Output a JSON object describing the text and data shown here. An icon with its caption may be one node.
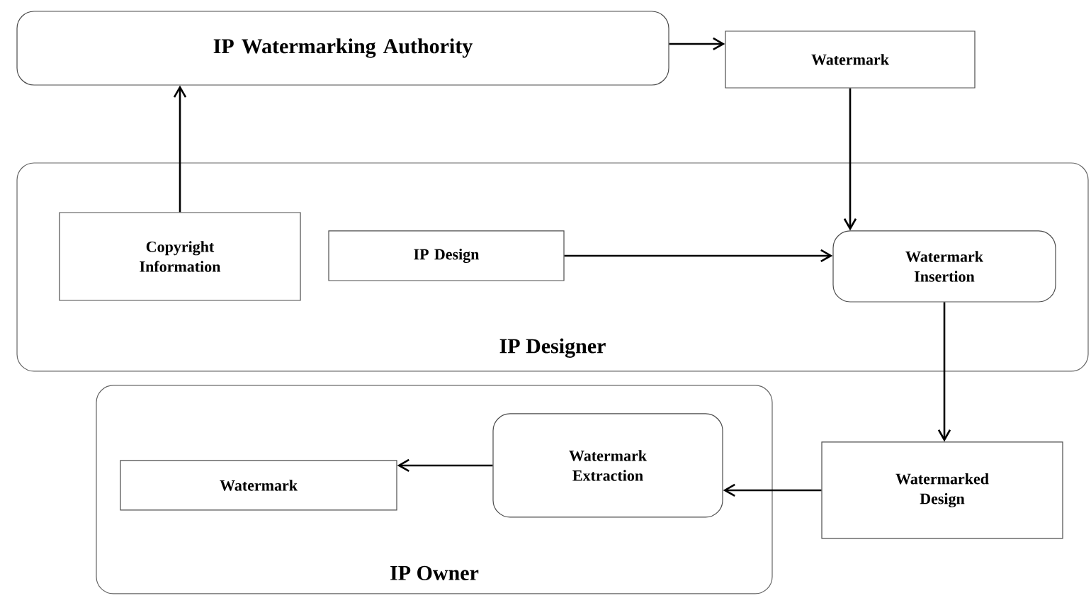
{
  "diagram": {
    "nodes": [
      {
        "text": [
          "IP Watermarking Authority"
        ]
      },
      {
        "text": [
          "Watermark"
        ]
      },
      {
        "text": [
          "IP Designer"
        ]
      },
      {
        "text": [
          "Copyright Information"
        ],
        "in": 2
      },
      {
        "text": [
          "IP Design"
        ],
        "in": 2
      },
      {
        "text": [
          "Watermark Insertion"
        ],
        "in": 2
      },
      {
        "text": [
          "IP Owner"
        ]
      },
      {
        "text": [
          "Watermark"
        ],
        "in": 6
      },
      {
        "text": [
          "Watermark Extraction"
        ],
        "in": 6
      },
      {
        "text": [
          "Watermarked Design"
        ]
      }
    ],
    "edges": [
      {
        "from": 0,
        "to": 1,
        "arrow": "to"
      },
      {
        "from": 3,
        "to": 0,
        "arrow": "to"
      },
      {
        "from": 1,
        "to": 5,
        "arrow": "to"
      },
      {
        "from": 4,
        "to": 5,
        "arrow": "to"
      },
      {
        "from": 5,
        "to": 9,
        "arrow": "to"
      },
      {
        "from": 9,
        "to": 8,
        "arrow": "to"
      },
      {
        "from": 8,
        "to": 7,
        "arrow": "to"
      }
    ]
  }
}
